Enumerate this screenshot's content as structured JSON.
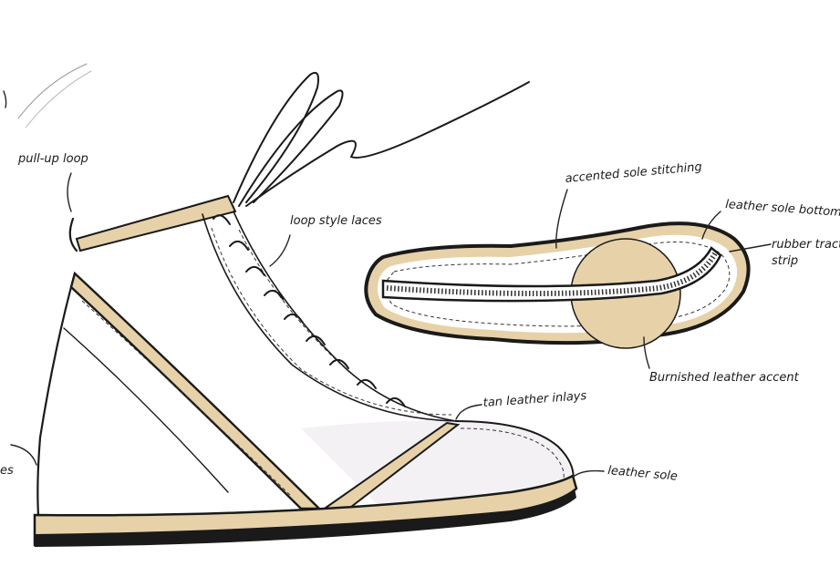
{
  "colors": {
    "ink": "#1a1a1a",
    "tan": "#e7d1a8",
    "tan_dark": "#d9bd88",
    "paper": "#ffffff",
    "shade": "#f3f1f4"
  },
  "labels": {
    "pull_up_loop": "pull-up loop",
    "loop_style_laces": "loop style laces",
    "accented_sole_stitching": "accented sole stitching",
    "leather_sole_bottom": "leather sole bottom",
    "rubber_traction": "rubber traction",
    "strip": "strip",
    "burnished_leather_accent": "Burnished leather accent",
    "tan_leather_inlays": "tan leather inlays",
    "leather_sole": "leather sole",
    "cut_off_left": "es"
  }
}
